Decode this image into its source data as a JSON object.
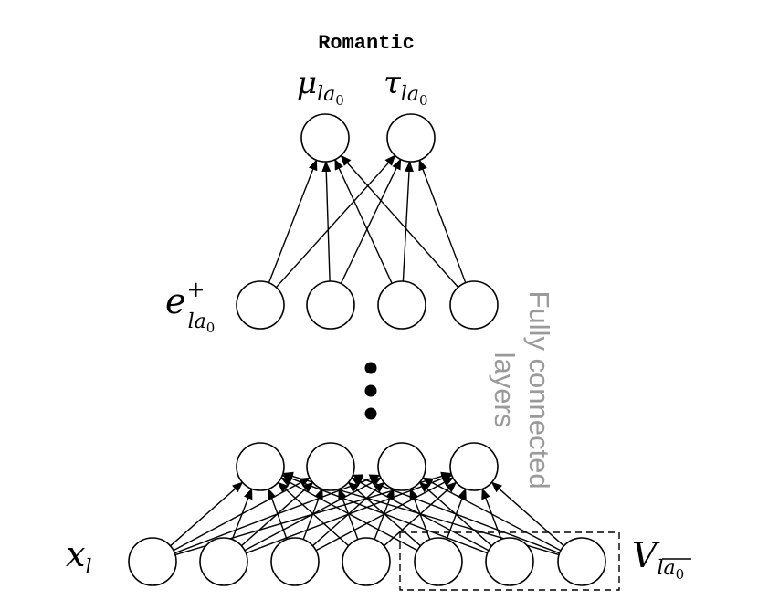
{
  "title": "Romantic",
  "labels": {
    "mu": "μ",
    "tau": "τ",
    "output_subscript": "la",
    "output_subscript_index": "0",
    "embedding_base": "e",
    "embedding_superscript": "+",
    "embedding_subscript": "la",
    "embedding_subscript_index": "0",
    "input": "x",
    "input_subscript": "l",
    "group": "V",
    "group_subscript_l": "l",
    "group_subscript_bar": "a",
    "group_subscript_bar_index": "0"
  },
  "side_note": {
    "line1": "Fully connected",
    "line2": "layers"
  },
  "diagram": {
    "output_nodes": 2,
    "embedding_nodes": 4,
    "hidden_nodes": 4,
    "input_nodes": 7,
    "grouped_input_nodes": 3,
    "ellipsis_dots": 3
  }
}
